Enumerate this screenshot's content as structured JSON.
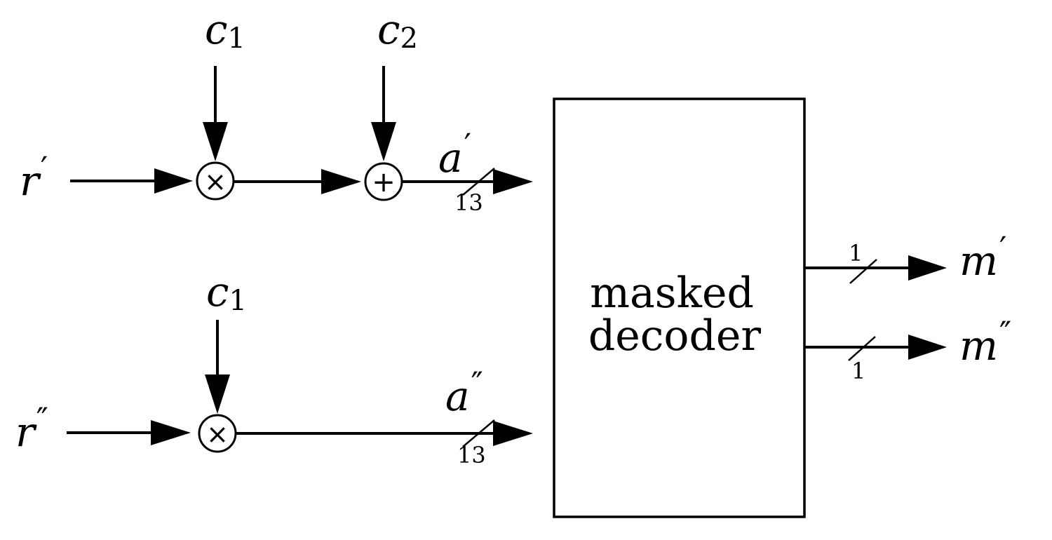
{
  "inputs": {
    "r_prime": {
      "symbol": "r",
      "prime": "′"
    },
    "r_double_prime": {
      "symbol": "r",
      "prime": "″"
    },
    "c1_top": {
      "symbol": "c",
      "sub": "1"
    },
    "c2_top": {
      "symbol": "c",
      "sub": "2"
    },
    "c1_bottom": {
      "symbol": "c",
      "sub": "1"
    }
  },
  "operators": {
    "mult_top": "×",
    "add_top": "+",
    "mult_bottom": "×"
  },
  "signals": {
    "a_prime": {
      "symbol": "a",
      "prime": "′",
      "width": "13"
    },
    "a_double_prime": {
      "symbol": "a",
      "prime": "″",
      "width": "13"
    }
  },
  "decoder": {
    "line1": "masked",
    "line2": "decoder"
  },
  "outputs": {
    "m_prime": {
      "symbol": "m",
      "prime": "′",
      "width": "1"
    },
    "m_double_prime": {
      "symbol": "m",
      "prime": "″",
      "width": "1"
    }
  }
}
